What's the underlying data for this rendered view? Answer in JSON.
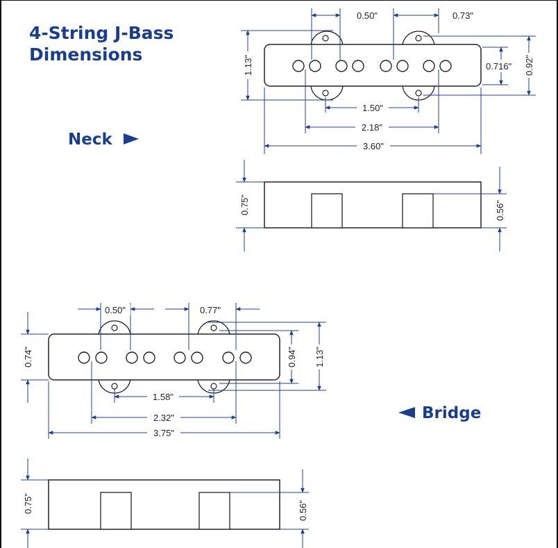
{
  "title": {
    "line1": "4-String J-Bass",
    "line2": "Dimensions"
  },
  "labels": {
    "neck": "Neck",
    "bridge": "Bridge"
  },
  "colors": {
    "accent": "#1a3e8c",
    "dim_line": "#1f3f8f",
    "outline": "#222222"
  },
  "neck": {
    "top": {
      "pole_gap": "0.50\"",
      "ear_offset": "0.73\"",
      "height_outer": "1.13\"",
      "height_body": "0.716\"",
      "height_total": "0.92\"",
      "mount_spacing": "1.50\"",
      "outer_pole_span": "2.18\"",
      "length": "3.60\""
    },
    "side": {
      "height": "0.75\"",
      "inner_height": "0.56\""
    }
  },
  "bridge": {
    "top": {
      "pole_gap": "0.50\"",
      "ear_offset": "0.77\"",
      "height_body": "0.74\"",
      "height_inner": "0.94\"",
      "height_outer": "1.13\"",
      "mount_spacing": "1.58\"",
      "outer_pole_span": "2.32\"",
      "length": "3.75\""
    },
    "side": {
      "height": "0.75\"",
      "inner_height": "0.56\""
    }
  }
}
